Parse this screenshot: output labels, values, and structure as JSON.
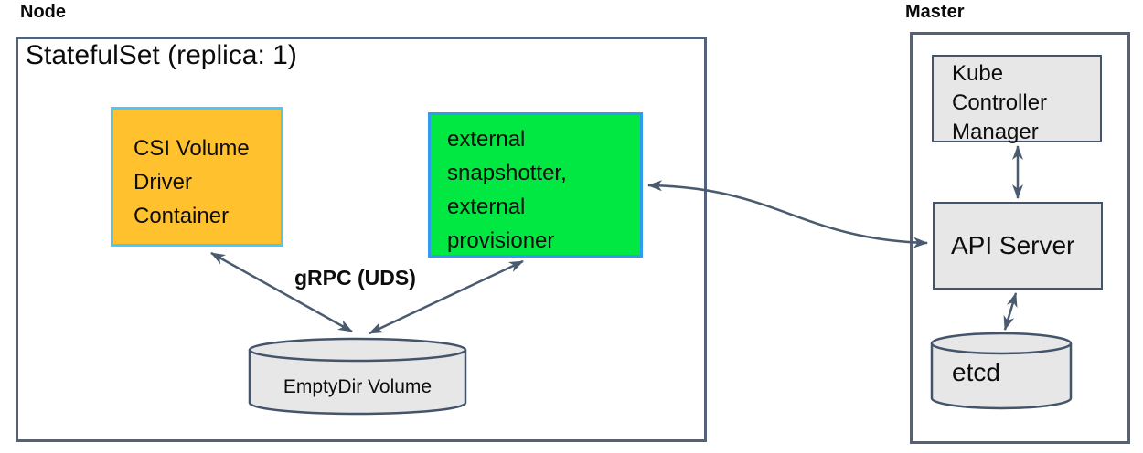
{
  "sections": {
    "node": {
      "label": "Node",
      "statefulset_title": "StatefulSet (replica: 1)",
      "csi_driver_box": {
        "label": "CSI Volume\nDriver\nContainer"
      },
      "sidecar_box": {
        "label": "external\nsnapshotter,\nexternal\nprovisioner"
      },
      "grpc_label": "gRPC (UDS)",
      "emptydir_cylinder": {
        "label": "EmptyDir Volume"
      }
    },
    "master": {
      "label": "Master",
      "kube_controller_manager_box": {
        "label": "Kube\nController\nManager"
      },
      "api_server_box": {
        "label": "API Server"
      },
      "etcd_cylinder": {
        "label": "etcd"
      }
    }
  },
  "colors": {
    "orange_fill": "#ffc12e",
    "orange_border": "#52c5f2",
    "green_fill": "#02e843",
    "green_border": "#2f9cee",
    "gray_fill": "#e8e7e7",
    "box_border": "#44546a",
    "outer_border": "#52627a",
    "arrow": "#4a5b70"
  },
  "arrows": [
    {
      "from": "CSI Volume Driver Container",
      "to": "EmptyDir Volume",
      "bidirectional": true,
      "label": "gRPC (UDS)"
    },
    {
      "from": "external snapshotter, external provisioner",
      "to": "EmptyDir Volume",
      "bidirectional": true,
      "label": "gRPC (UDS)"
    },
    {
      "from": "external snapshotter, external provisioner",
      "to": "API Server",
      "bidirectional": true
    },
    {
      "from": "Kube Controller Manager",
      "to": "API Server",
      "bidirectional": true
    },
    {
      "from": "API Server",
      "to": "etcd",
      "bidirectional": true
    }
  ]
}
